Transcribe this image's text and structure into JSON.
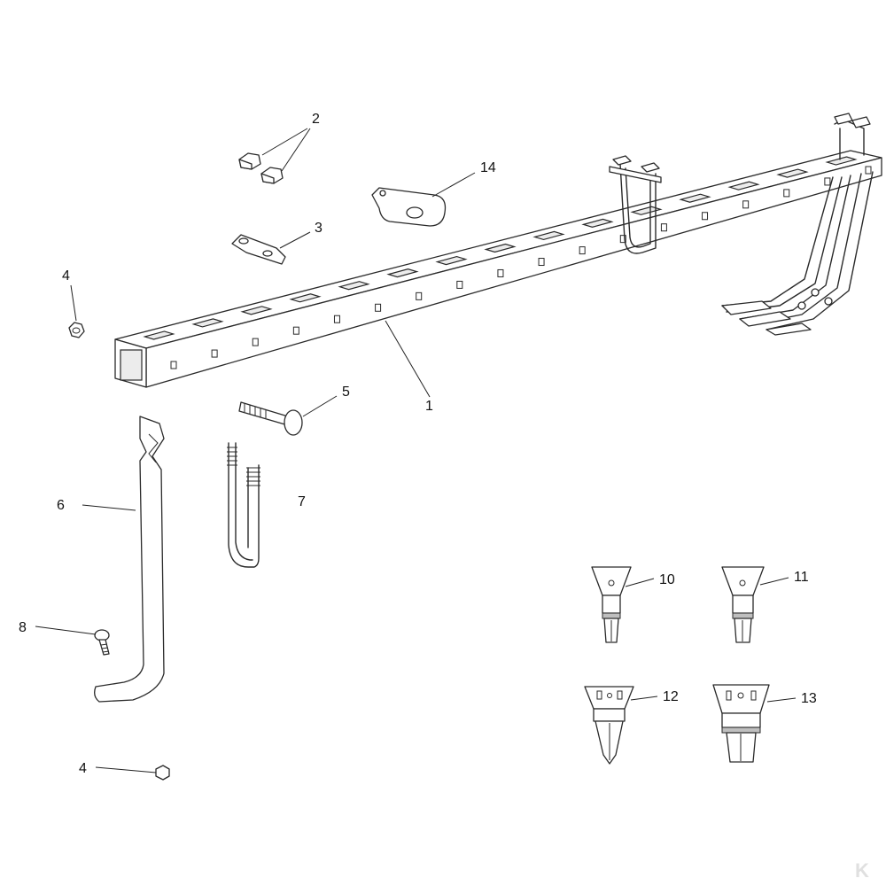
{
  "diagram": {
    "type": "exploded-parts-diagram",
    "callouts": [
      {
        "id": "c1",
        "label": "1"
      },
      {
        "id": "c2",
        "label": "2"
      },
      {
        "id": "c3",
        "label": "3"
      },
      {
        "id": "c4a",
        "label": "4"
      },
      {
        "id": "c4b",
        "label": "4"
      },
      {
        "id": "c5",
        "label": "5"
      },
      {
        "id": "c6",
        "label": "6"
      },
      {
        "id": "c7",
        "label": "7"
      },
      {
        "id": "c8",
        "label": "8"
      },
      {
        "id": "c10",
        "label": "10"
      },
      {
        "id": "c11",
        "label": "11"
      },
      {
        "id": "c12",
        "label": "12"
      },
      {
        "id": "c13",
        "label": "13"
      },
      {
        "id": "c14",
        "label": "14"
      }
    ],
    "watermark": {
      "text": "K"
    }
  }
}
